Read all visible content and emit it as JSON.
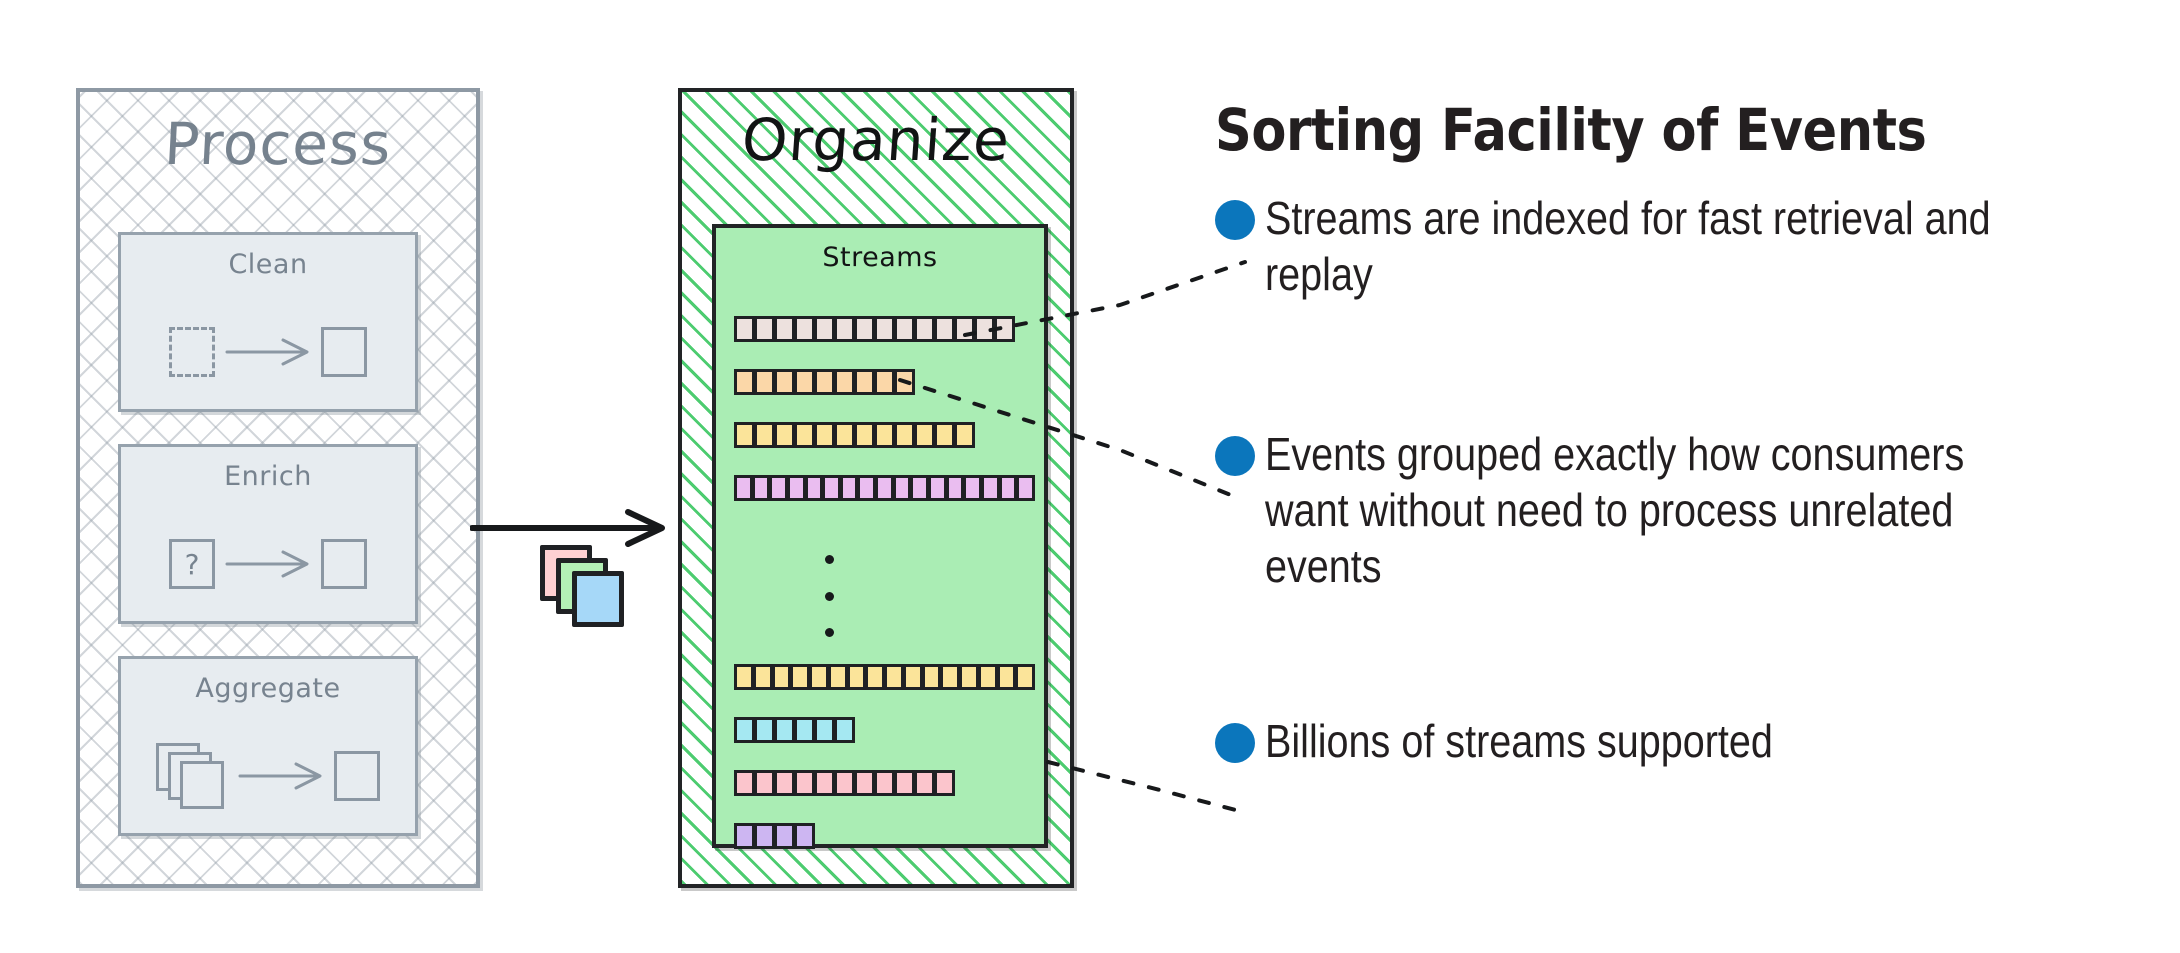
{
  "left_panel": {
    "title": "Process",
    "cards": [
      {
        "label": "Clean",
        "icon_from": "dashed-square-icon",
        "icon_arrow": "arrow-right-icon",
        "icon_to": "square-icon"
      },
      {
        "label": "Enrich",
        "icon_from": "question-square-icon",
        "icon_arrow": "arrow-right-icon",
        "icon_to": "square-icon",
        "glyph": "?"
      },
      {
        "label": "Aggregate",
        "icon_from": "stacked-squares-icon",
        "icon_arrow": "arrow-right-icon",
        "icon_to": "square-icon"
      }
    ]
  },
  "middle": {
    "arrow_icon": "arrow-right-icon",
    "card_stack_icon": "stacked-cards-icon",
    "card_stack_colors": [
      "#ffd0d2",
      "#b4f0b6",
      "#a6d8f8"
    ]
  },
  "right_panel": {
    "title": "Organize",
    "inner_label": "Streams",
    "ellipsis_icon": "vertical-ellipsis-icon",
    "streams_top": [
      {
        "color": "#ede1de",
        "segments": 14
      },
      {
        "color": "#fbd7a8",
        "segments": 9
      },
      {
        "color": "#fbe49a",
        "segments": 12
      },
      {
        "color": "#eabdf0",
        "segments": 17
      }
    ],
    "streams_bottom": [
      {
        "color": "#fbe49a",
        "segments": 16
      },
      {
        "color": "#a5e8f2",
        "segments": 6
      },
      {
        "color": "#fbc5cc",
        "segments": 11
      },
      {
        "color": "#cdb6f2",
        "segments": 4
      }
    ]
  },
  "sidebar_text": {
    "headline": "Sorting Facility of Events",
    "bullets": [
      "Streams are indexed for fast retrieval and replay",
      "Events grouped exactly how consumers want without need to process unrelated events",
      "Billions of streams supported"
    ],
    "bullet_color": "#0b76bc"
  },
  "colors": {
    "process_border": "#8e99a4",
    "process_text": "#76828e",
    "organize_hatch": "#4dcc70",
    "streams_fill": "#aaedb4",
    "ink": "#231f20"
  }
}
